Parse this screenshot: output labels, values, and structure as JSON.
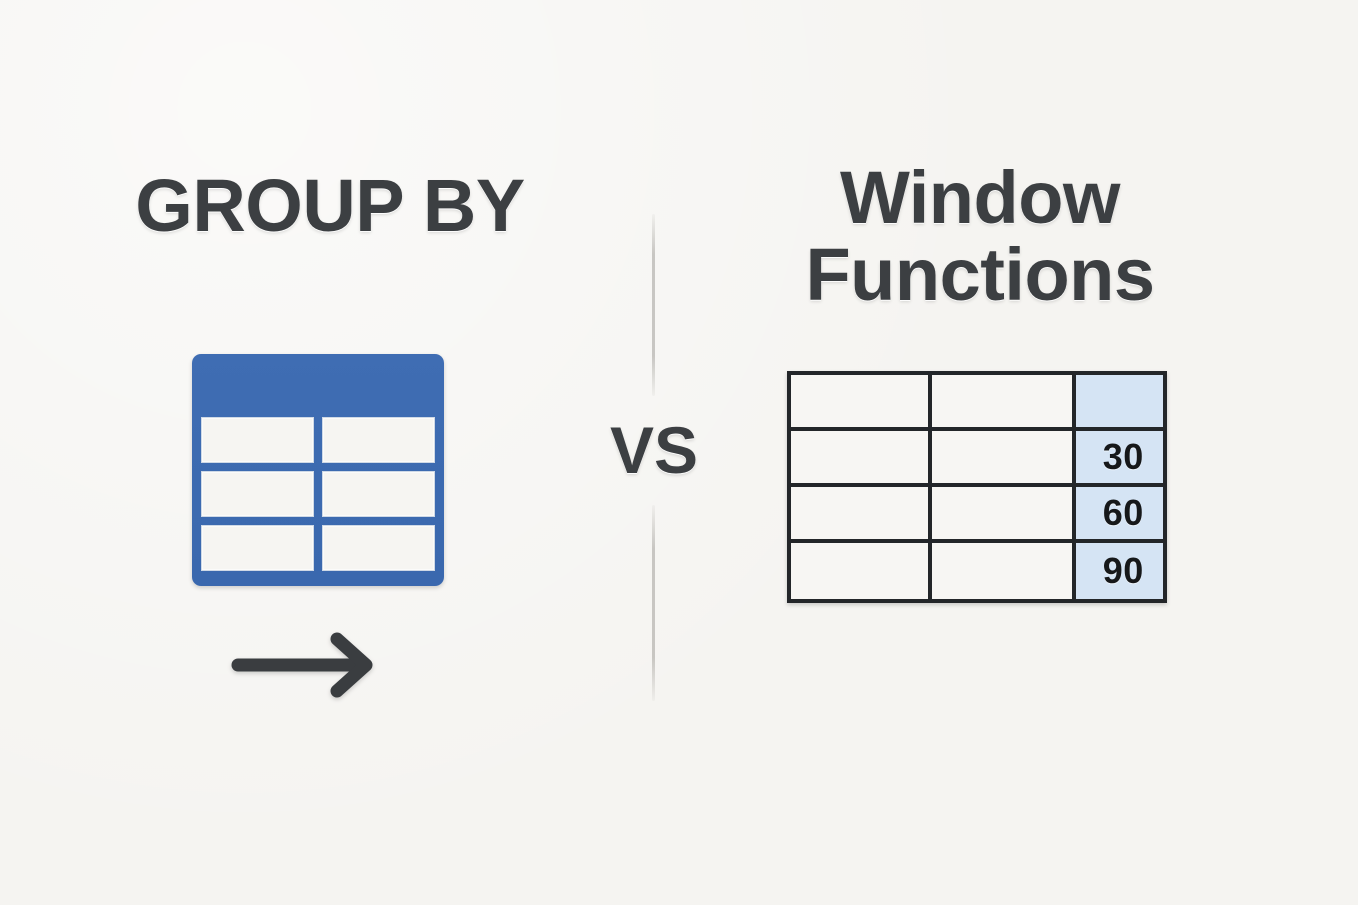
{
  "background_color": "#f5f4f1",
  "accent_blue": "#3d6cb1",
  "highlight_blue": "#d5e4f4",
  "text_color": "#3c3f42",
  "border_color": "#232629",
  "comparison": {
    "left": {
      "title": "GROUP BY",
      "table": {
        "header_band": "",
        "columns": 2,
        "rows": [
          [
            "",
            ""
          ],
          [
            "",
            ""
          ],
          [
            "",
            ""
          ]
        ]
      },
      "arrow_icon": "arrow-right-icon"
    },
    "separator": {
      "label": "VS",
      "divider_icon": "vertical-divider"
    },
    "right": {
      "title": "Window\nFunctions",
      "table": {
        "columns": 3,
        "highlight_column_index": 2,
        "rows": [
          [
            "",
            "",
            ""
          ],
          [
            "",
            "",
            "30"
          ],
          [
            "",
            "",
            "60"
          ],
          [
            "",
            "",
            "90"
          ]
        ]
      }
    }
  }
}
